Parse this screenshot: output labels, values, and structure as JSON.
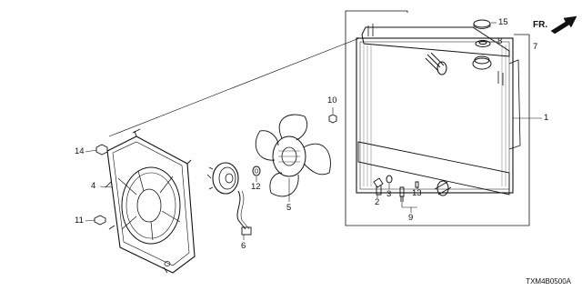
{
  "diagram": {
    "direction_label": "FR.",
    "drawing_code": "TXM4B0500A",
    "callouts": [
      "15",
      "8",
      "7",
      "1",
      "10",
      "14",
      "12",
      "4",
      "5",
      "3",
      "2",
      "13",
      "9",
      "11",
      "6"
    ]
  }
}
